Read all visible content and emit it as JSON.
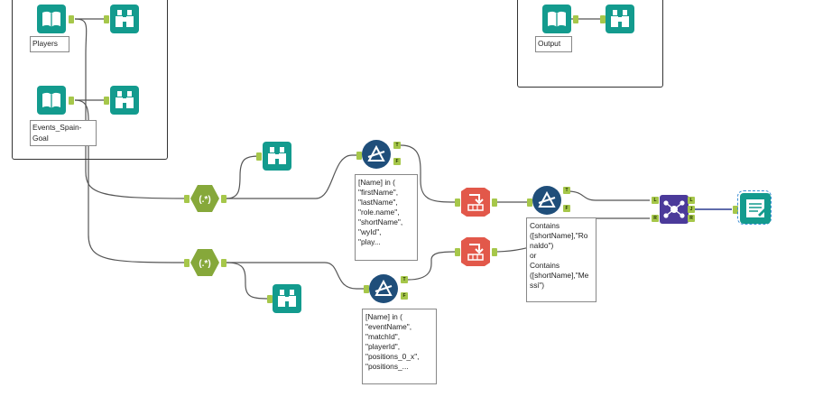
{
  "colors": {
    "input_teal": "#139b8e",
    "regex_green": "#86a83a",
    "filter_navy": "#1f4e7a",
    "select_red": "#e2584a",
    "join_purple": "#4b3a9a",
    "anchor_green": "#a6c74a",
    "selection_blue": "#3c8fd6"
  },
  "containers": {
    "left": {
      "inputs": [
        {
          "label": "Players",
          "icon": "book-icon"
        },
        {
          "label": "Events_Spain-\nGoal",
          "icon": "book-icon"
        }
      ]
    },
    "right": {
      "output": {
        "label": "Output",
        "icon": "book-icon"
      }
    }
  },
  "tools": {
    "regex_top": {
      "icon": "regex-icon",
      "glyph": "(.*)"
    },
    "regex_bottom": {
      "icon": "regex-icon",
      "glyph": "(.*)"
    },
    "filter_top": {
      "icon": "filter-icon",
      "expression": "[Name] in (\n\"firstName\",\n\"lastName\",\n\"role.name\",\n\"shortName\",\n\"wyId\",\n\"play..."
    },
    "filter_bottom": {
      "icon": "filter-icon",
      "expression": "[Name] in (\n\"eventName\",\n\"matchId\",\n\"playerId\",\n\"positions_0_x\",\n\"positions_..."
    },
    "filter_right": {
      "icon": "filter-icon",
      "expression": "Contains\n([shortName],\"Ro\nnaldo\")\nor\nContains\n([shortName],\"Me\nssi\")"
    },
    "join": {
      "icon": "join-icon",
      "anchors": [
        "L",
        "J",
        "R"
      ],
      "inputs": [
        "L",
        "R"
      ]
    },
    "filter_anchors": [
      "T",
      "F"
    ]
  }
}
